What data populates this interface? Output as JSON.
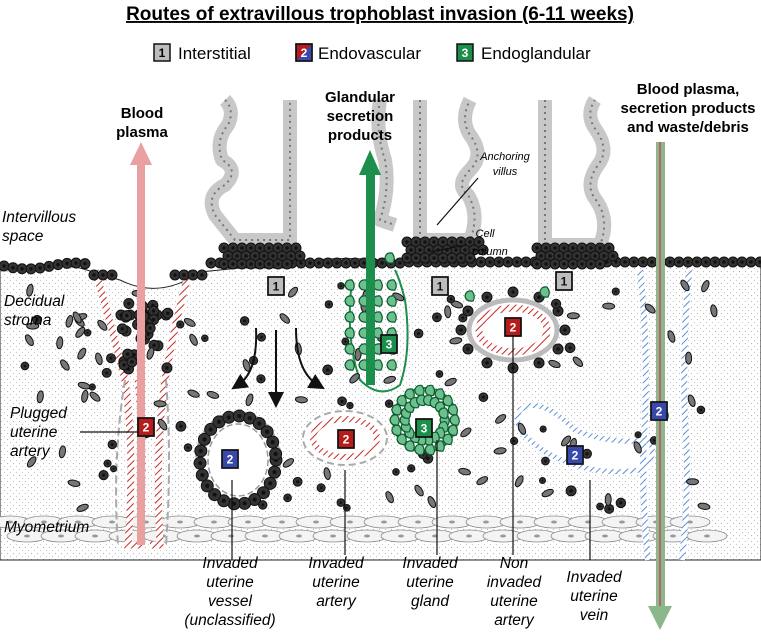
{
  "title": "Routes of extravillous trophoblast invasion (6-11 weeks)",
  "legend": [
    {
      "num": "1",
      "label": "Interstitial",
      "color": "#bdbdbd"
    },
    {
      "num": "2",
      "label": "Endovascular",
      "color": "#b71c1c",
      "color2": "#3949ab"
    },
    {
      "num": "3",
      "label": "Endoglandular",
      "color": "#1b8f4b"
    }
  ],
  "arrows": {
    "blood_plasma": [
      "Blood",
      "plasma"
    ],
    "glandular": [
      "Glandular",
      "secretion",
      "products"
    ],
    "waste": [
      "Blood plasma,",
      "secretion products",
      "and waste/debris"
    ]
  },
  "small_labels": {
    "anchoring": [
      "Anchoring",
      "villus"
    ],
    "cell_column": [
      "Cell",
      "column"
    ]
  },
  "left_labels": {
    "intervillous": [
      "Intervillous",
      "space"
    ],
    "decidual": [
      "Decidual",
      "stroma"
    ],
    "plugged": [
      "Plugged",
      "uterine",
      "artery"
    ],
    "myometrium": "Myometrium"
  },
  "bottom_labels": {
    "vessel": [
      "Invaded",
      "uterine",
      "vessel",
      "(unclassified)"
    ],
    "artery": [
      "Invaded",
      "uterine",
      "artery"
    ],
    "gland": [
      "Invaded",
      "uterine",
      "gland"
    ],
    "non_invaded": [
      "Non",
      "invaded",
      "uterine",
      "artery"
    ],
    "vein": [
      "Invaded",
      "uterine",
      "vein"
    ]
  },
  "colors": {
    "artery_red": "#c62828",
    "vein_blue": "#5c8ed6",
    "gland_green": "#1b8f4b",
    "plasma_pink": "#e8a0a0",
    "villus_grey": "#c8c8c8",
    "cell_dark": "#333333"
  }
}
